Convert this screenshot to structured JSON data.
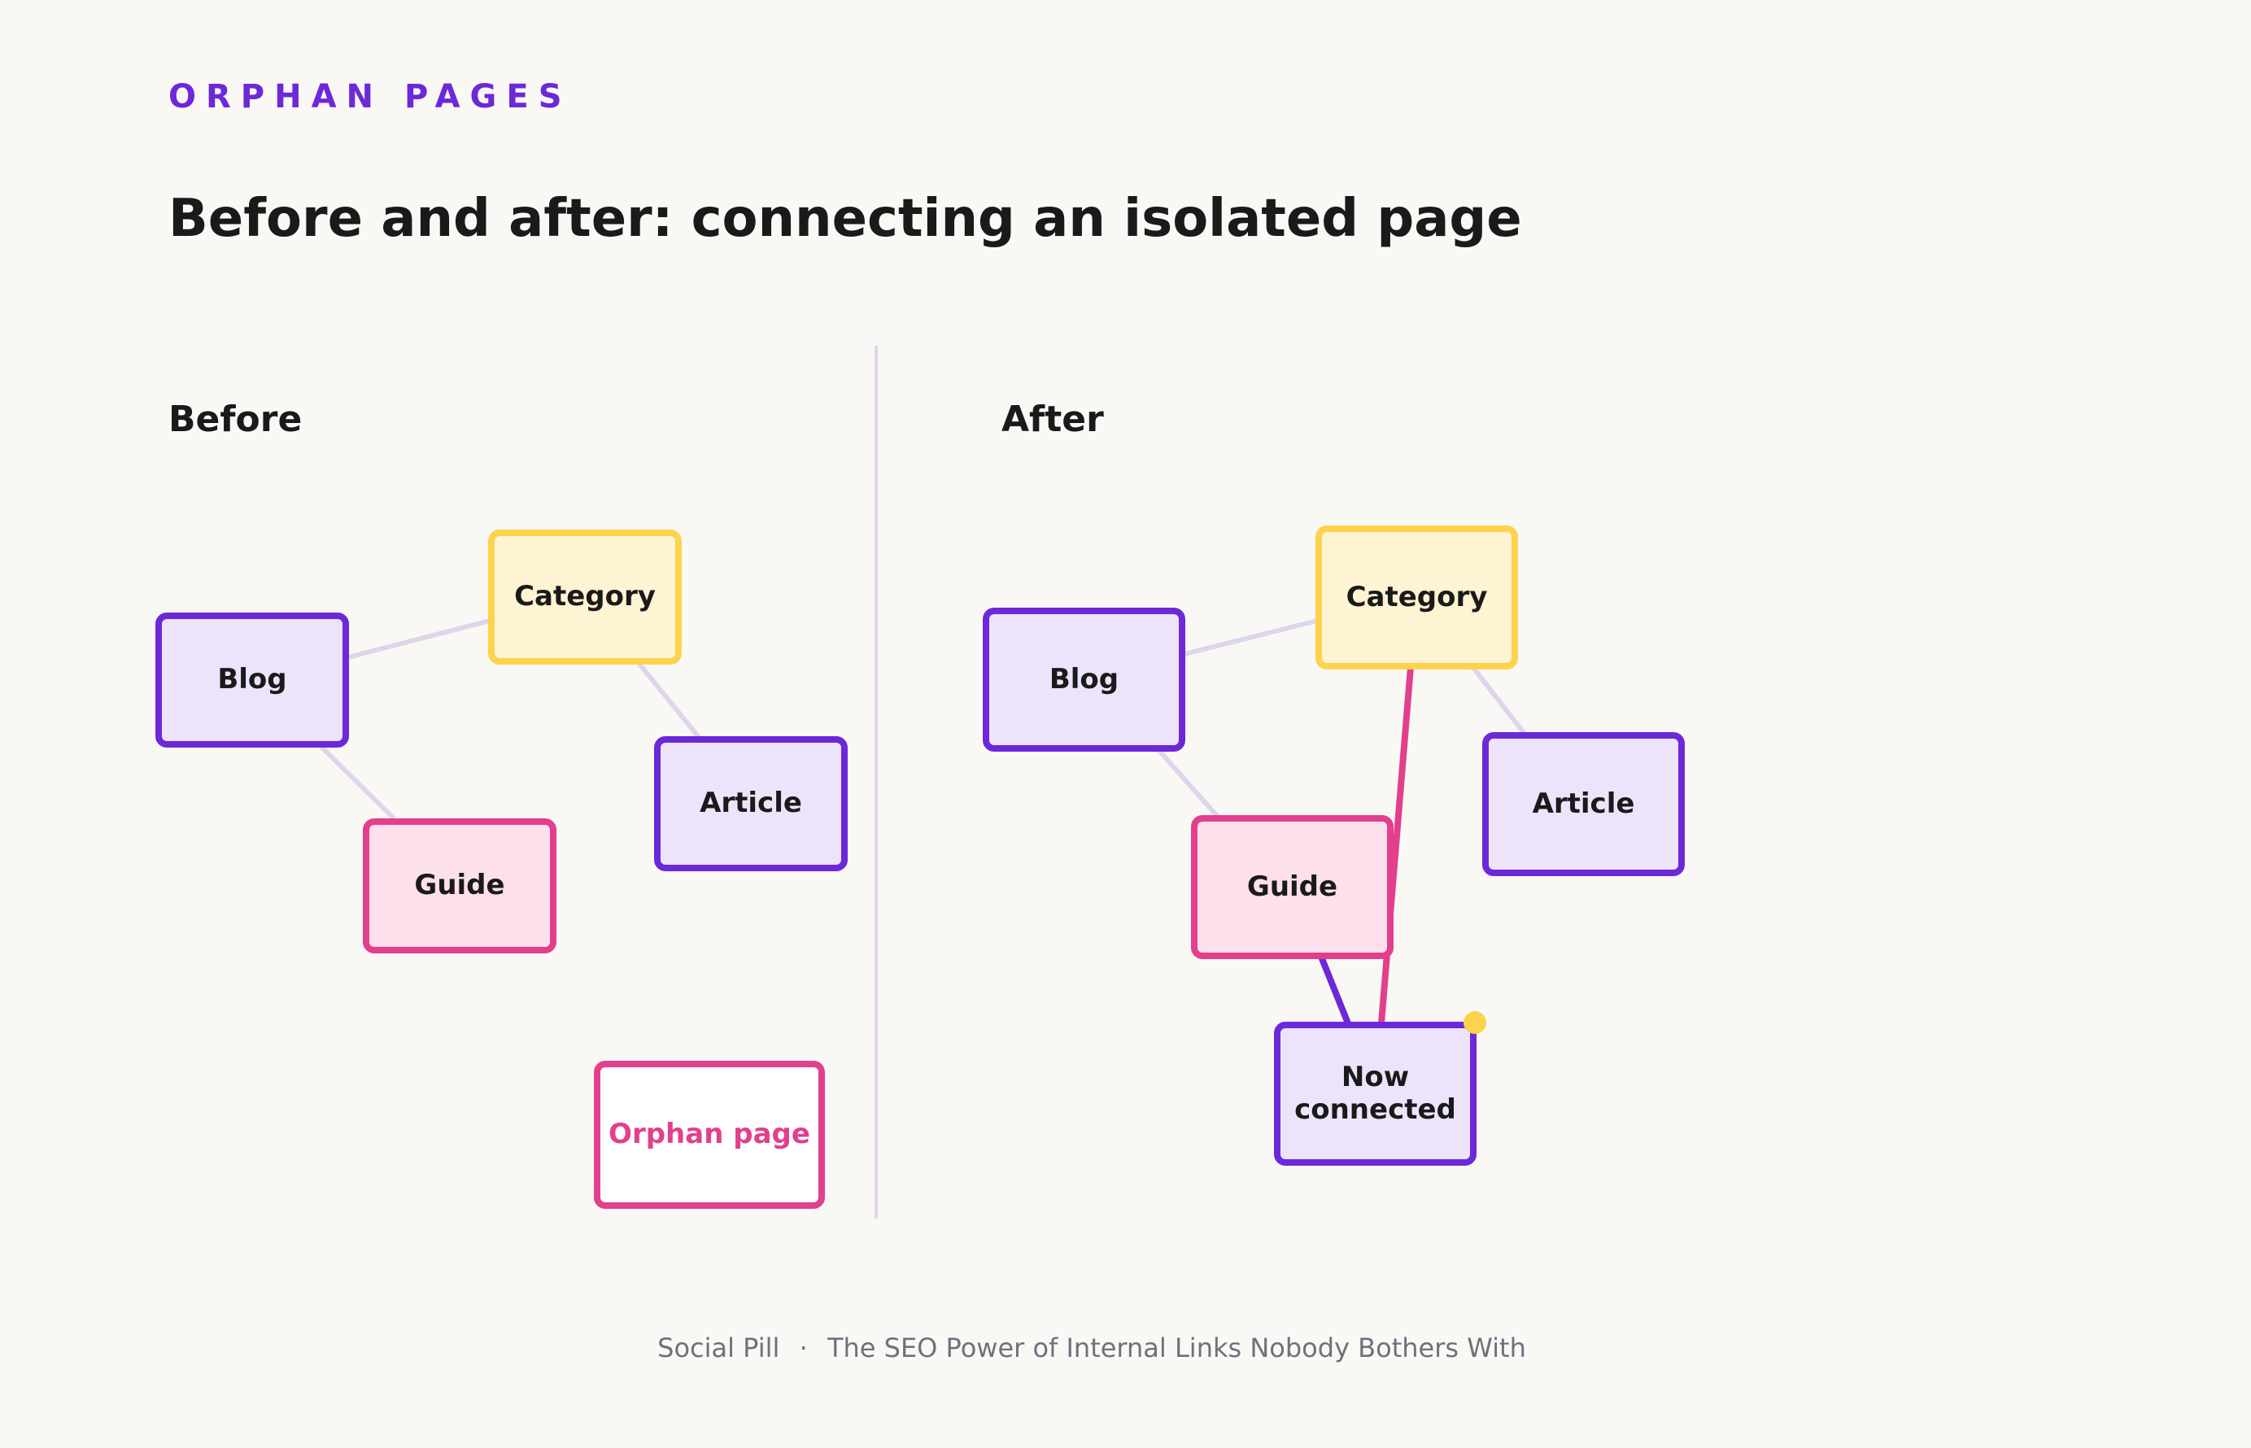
{
  "header": {
    "eyebrow": "ORPHAN PAGES",
    "title": "Before and after: connecting an isolated page"
  },
  "before": {
    "label": "Before",
    "nodes": {
      "blog": "Blog",
      "category": "Category",
      "article": "Article",
      "guide": "Guide",
      "orphan": "Orphan page"
    }
  },
  "after": {
    "label": "After",
    "nodes": {
      "blog": "Blog",
      "category": "Category",
      "article": "Article",
      "guide": "Guide",
      "connected": "Now connected"
    }
  },
  "footer": {
    "brand": "Social Pill",
    "separator": "·",
    "article_title": "The SEO Power of Internal Links Nobody Bothers With"
  },
  "colors": {
    "accent_purple": "#6d28d9",
    "accent_pink": "#e23f8c",
    "accent_yellow": "#fcd34d",
    "link_muted": "#ddd6ea",
    "background": "#faf8f5"
  }
}
